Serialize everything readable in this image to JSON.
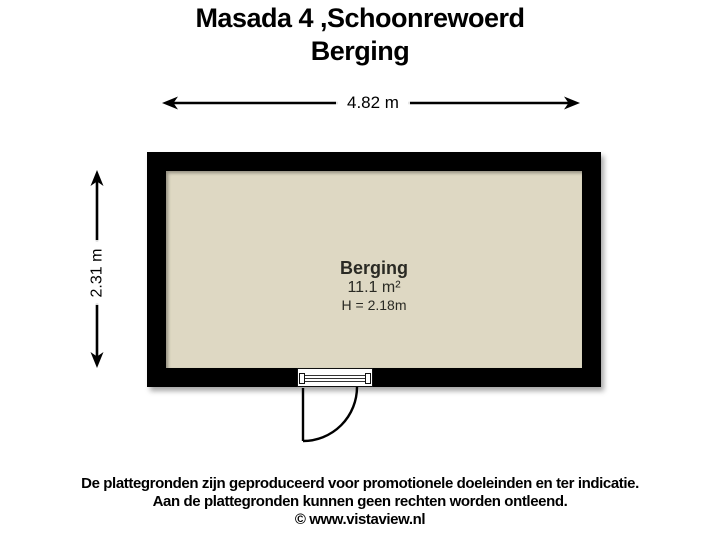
{
  "title": {
    "line1": "Masada 4 ,Schoonrewoerd",
    "line2": "Berging"
  },
  "dimensions": {
    "width_label": "4.82 m",
    "height_label": "2.31 m"
  },
  "room": {
    "name": "Berging",
    "area": "11.1 m²",
    "ceiling_height": "H = 2.18m"
  },
  "footer": {
    "line1": "De plattegronden zijn geproduceerd voor promotionele doeleinden en ter indicatie.",
    "line2": "Aan de plattegronden kunnen geen rechten worden ontleend.",
    "line3": "© www.vistaview.nl"
  },
  "colors": {
    "background": "#ffffff",
    "wall": "#000000",
    "floor": "#ded8c3",
    "label_pill": "#ffffff",
    "text": "#000000"
  }
}
